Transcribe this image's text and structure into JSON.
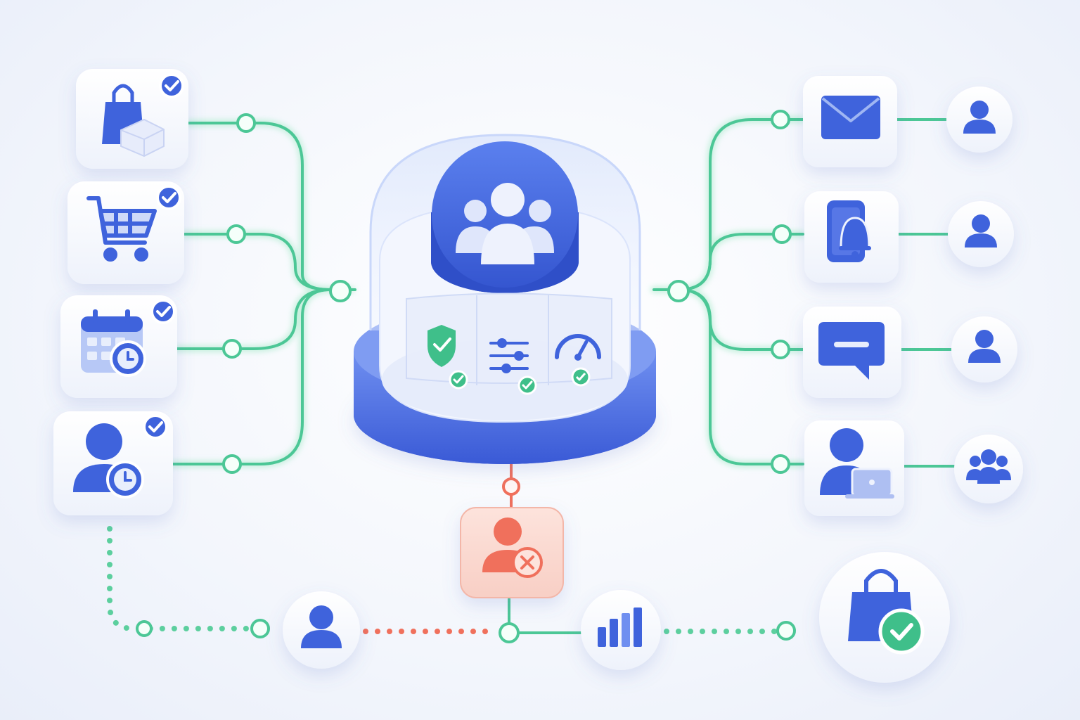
{
  "colors": {
    "primary_blue": "#3f63dc",
    "light_blue": "#9fb6f3",
    "connector_green": "#4cc796",
    "error_red": "#f0705c",
    "card_white": "#fbfcff",
    "background": "#f1f4fb"
  },
  "left_sources": [
    {
      "icon": "shopping-bag-package-icon",
      "status": "verified"
    },
    {
      "icon": "shopping-cart-icon",
      "status": "verified"
    },
    {
      "icon": "calendar-clock-icon",
      "status": "verified"
    },
    {
      "icon": "user-clock-icon",
      "status": "verified"
    }
  ],
  "hub": {
    "icon": "user-group-icon",
    "panels": [
      {
        "icon": "shield-check-icon",
        "status": "verified"
      },
      {
        "icon": "sliders-icon",
        "status": "verified"
      },
      {
        "icon": "gauge-icon",
        "status": "verified"
      }
    ]
  },
  "right_channels": [
    {
      "icon": "envelope-icon",
      "recipient_icon": "user-icon"
    },
    {
      "icon": "phone-bell-icon",
      "recipient_icon": "user-icon"
    },
    {
      "icon": "chat-bubble-icon",
      "recipient_icon": "user-icon"
    },
    {
      "icon": "user-laptop-icon",
      "recipient_icon": "user-group-icon"
    }
  ],
  "error_node": {
    "icon": "user-error-icon",
    "status": "rejected"
  },
  "bottom_flow": [
    {
      "icon": "user-icon"
    },
    {
      "icon": "bar-chart-icon"
    },
    {
      "icon": "shopping-bag-check-icon",
      "status": "verified"
    }
  ]
}
